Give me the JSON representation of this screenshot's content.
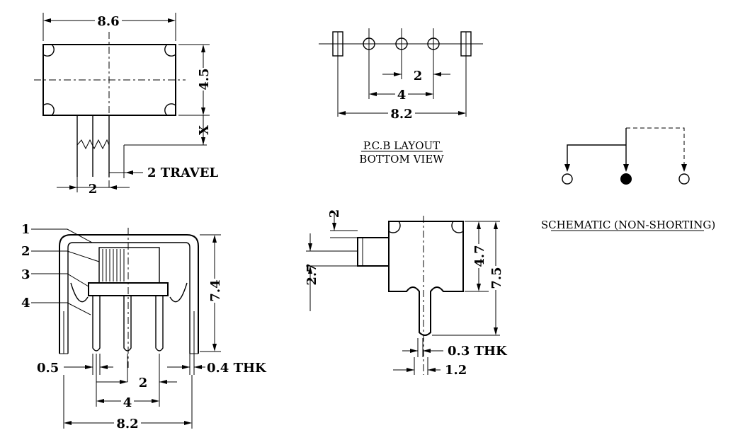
{
  "top_view": {
    "width": "8.6",
    "height": "4.5",
    "x_label": "X",
    "stem": "2",
    "travel": "2 TRAVEL"
  },
  "pcb_layout": {
    "pitch": "2",
    "mid": "4",
    "overall": "8.2",
    "title_line1": "P.C.B LAYOUT",
    "title_line2": "BOTTOM VIEW"
  },
  "schematic": {
    "caption": "SCHEMATIC (NON-SHORTING)"
  },
  "front_view": {
    "parts": [
      "1",
      "2",
      "3",
      "4"
    ],
    "height": "7.4",
    "pin_width": "0.5",
    "thk": "0.4 THK",
    "pitch": "2",
    "mid": "4",
    "overall": "8.2"
  },
  "side_view": {
    "knob": "2",
    "knob_h": "2.7",
    "body_h": "4.7",
    "total_h": "7.5",
    "thk": "0.3 THK",
    "pin": "1.2"
  }
}
